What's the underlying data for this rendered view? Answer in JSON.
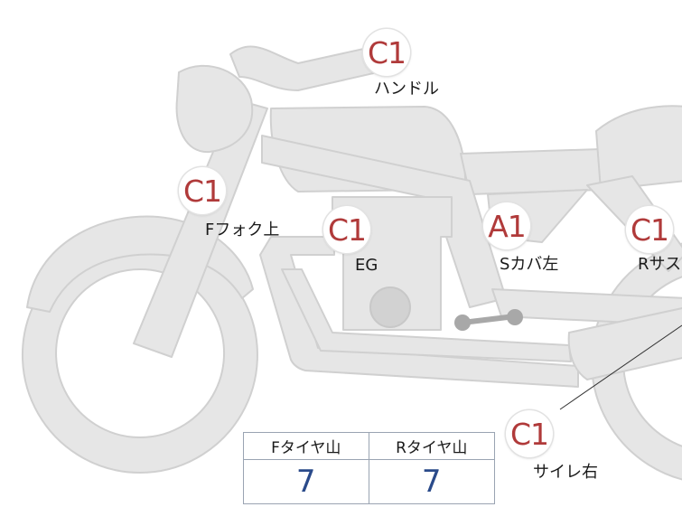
{
  "annotations": [
    {
      "id": "handle",
      "grade": "C1",
      "part": "ハンドル"
    },
    {
      "id": "fork-top",
      "grade": "C1",
      "part": "Fフォク上"
    },
    {
      "id": "engine",
      "grade": "C1",
      "part": "EG"
    },
    {
      "id": "side-cover-left",
      "grade": "A1",
      "part": "Sカバ左"
    },
    {
      "id": "rear-suspension",
      "grade": "C1",
      "part": "Rサス"
    },
    {
      "id": "muffler-right",
      "grade": "C1",
      "part": "サイレ右"
    }
  ],
  "tread_table": {
    "headers": [
      "Fタイヤ山",
      "Rタイヤ山"
    ],
    "values": [
      "7",
      "7"
    ]
  },
  "colors": {
    "bike_fill": "#e6e6e6",
    "bike_stroke": "#d0d0d0",
    "grade_text": "#b03a3a",
    "value_text": "#2a4a8a"
  }
}
